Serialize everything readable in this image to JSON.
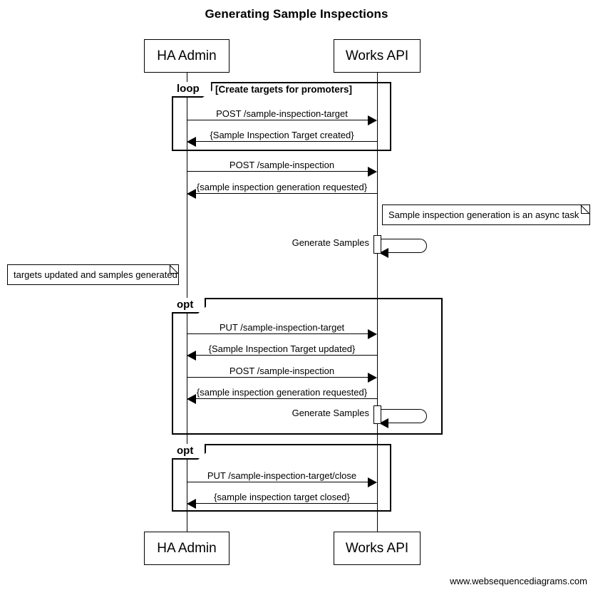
{
  "diagram": {
    "title": "Generating Sample Inspections",
    "footer": "www.websequencediagrams.com",
    "type": "uml-sequence-diagram"
  },
  "participants": [
    {
      "id": "ha-admin",
      "label": "HA Admin"
    },
    {
      "id": "works-api",
      "label": "Works API"
    }
  ],
  "fragments": [
    {
      "id": "loop-create-targets",
      "keyword": "loop",
      "condition": "[Create targets for promoters]"
    },
    {
      "id": "opt-update-targets",
      "keyword": "opt",
      "condition": ""
    },
    {
      "id": "opt-close-target",
      "keyword": "opt",
      "condition": ""
    }
  ],
  "messages": [
    {
      "id": "m1",
      "text": "POST /sample-inspection-target",
      "from": "ha-admin",
      "to": "works-api",
      "direction": "right"
    },
    {
      "id": "m2",
      "text": "{Sample Inspection Target created}",
      "from": "works-api",
      "to": "ha-admin",
      "direction": "left"
    },
    {
      "id": "m3",
      "text": "POST /sample-inspection",
      "from": "ha-admin",
      "to": "works-api",
      "direction": "right"
    },
    {
      "id": "m4",
      "text": "{sample inspection generation requested}",
      "from": "works-api",
      "to": "ha-admin",
      "direction": "left"
    },
    {
      "id": "m5",
      "text": "Generate Samples",
      "from": "works-api",
      "to": "works-api",
      "direction": "self"
    },
    {
      "id": "m6",
      "text": "PUT /sample-inspection-target",
      "from": "ha-admin",
      "to": "works-api",
      "direction": "right"
    },
    {
      "id": "m7",
      "text": "{Sample Inspection Target updated}",
      "from": "works-api",
      "to": "ha-admin",
      "direction": "left"
    },
    {
      "id": "m8",
      "text": "POST /sample-inspection",
      "from": "ha-admin",
      "to": "works-api",
      "direction": "right"
    },
    {
      "id": "m9",
      "text": "{sample inspection generation requested}",
      "from": "works-api",
      "to": "ha-admin",
      "direction": "left"
    },
    {
      "id": "m10",
      "text": "Generate Samples",
      "from": "works-api",
      "to": "works-api",
      "direction": "self"
    },
    {
      "id": "m11",
      "text": "PUT /sample-inspection-target/close",
      "from": "ha-admin",
      "to": "works-api",
      "direction": "right"
    },
    {
      "id": "m12",
      "text": "{sample inspection target closed}",
      "from": "works-api",
      "to": "ha-admin",
      "direction": "left"
    }
  ],
  "notes": [
    {
      "id": "note-async",
      "text": "Sample inspection generation is an async task",
      "side": "right"
    },
    {
      "id": "note-targets",
      "text": "targets updated and samples generated",
      "side": "left"
    }
  ],
  "colors": {
    "stroke": "#000000",
    "background": "#ffffff",
    "text": "#000000"
  }
}
